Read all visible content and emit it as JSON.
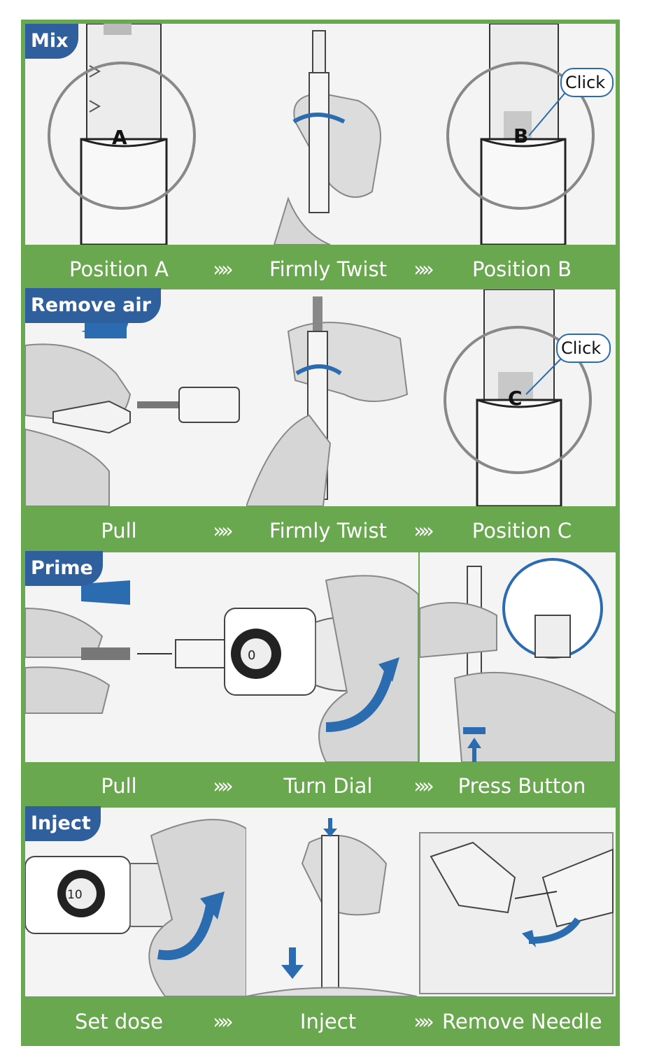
{
  "sections": [
    {
      "badge": "Mix",
      "steps": [
        "Position A",
        "Firmly Twist",
        "Position B"
      ],
      "callout": "Click",
      "markers": [
        "A",
        "B"
      ]
    },
    {
      "badge": "Remove air",
      "steps": [
        "Pull",
        "Firmly Twist",
        "Position C"
      ],
      "callout": "Click",
      "markers": [
        "C"
      ]
    },
    {
      "badge": "Prime",
      "steps": [
        "Pull",
        "Turn Dial",
        "Press Button"
      ],
      "dose": "0"
    },
    {
      "badge": "Inject",
      "steps": [
        "Set dose",
        "Inject",
        "Remove Needle"
      ],
      "dose": "10"
    }
  ],
  "separator": "»»",
  "colors": {
    "frame_green": "#6aa84f",
    "badge_blue": "#2f5f9c",
    "arrow_blue": "#2b6cb0"
  }
}
